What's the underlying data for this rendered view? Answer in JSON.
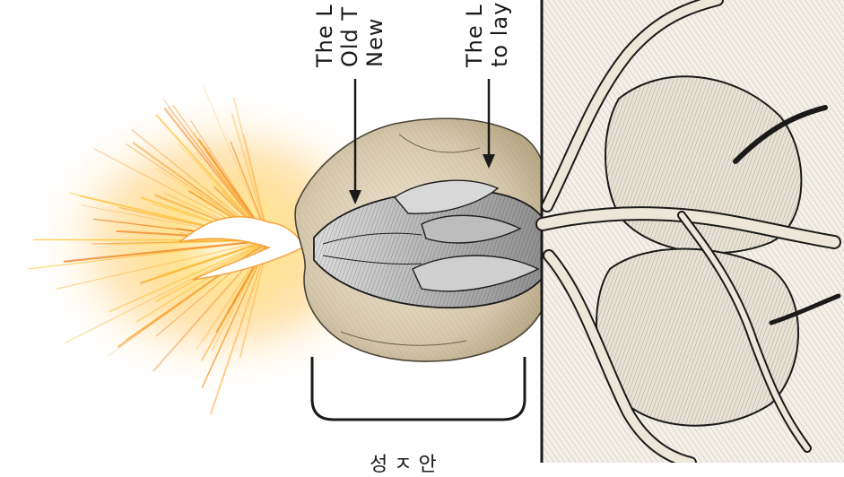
{
  "labels": {
    "left_group": [
      "The L",
      "Old T",
      "New "
    ],
    "right_group": [
      "The L",
      "to lay"
    ],
    "bottom": "성 ㅈ 안"
  },
  "colors": {
    "ink": "#1a1a1a",
    "flame_core": "#fff6c8",
    "flame_mid": "#ffc233",
    "flame_outer": "#f07a1a",
    "stone": "#d9ccb4",
    "bark": "#f4f0e8"
  },
  "icons": {
    "flame": "flame-burst-icon",
    "bud": "bud-illustration",
    "stone": "stone-illustration",
    "roots": "root-network-illustration"
  }
}
